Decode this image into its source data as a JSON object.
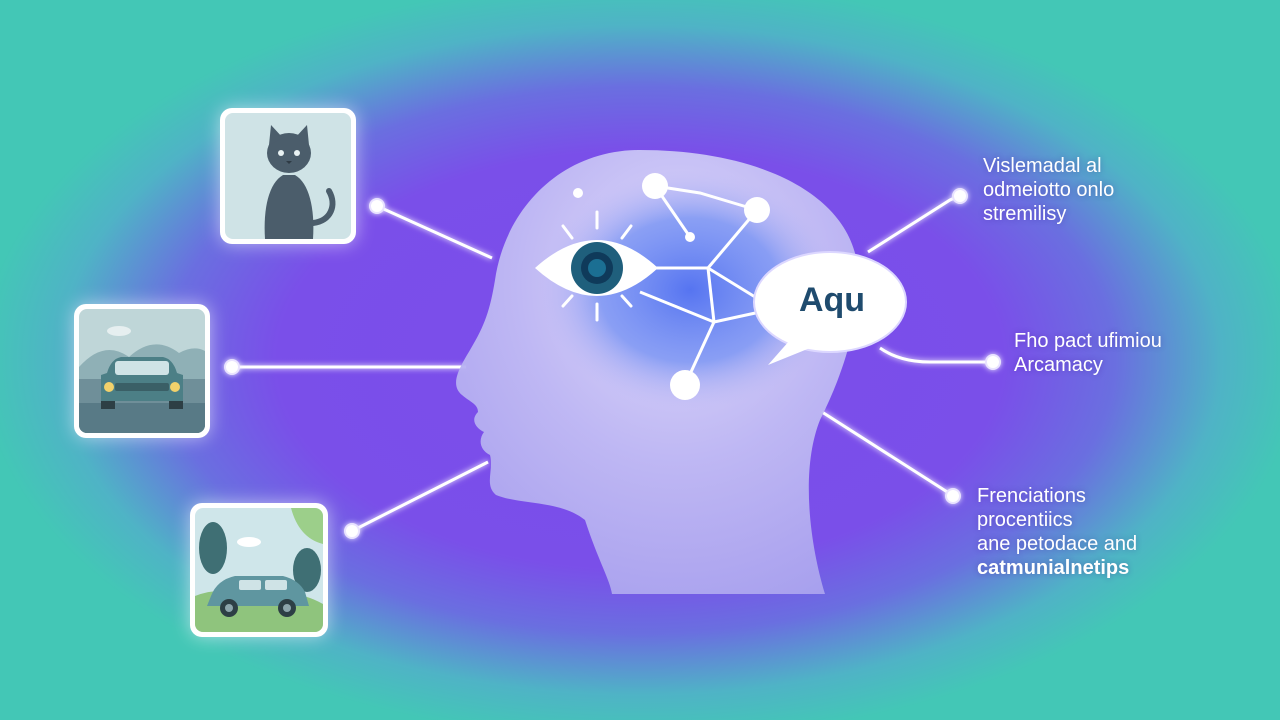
{
  "colors": {
    "background_outer": "#43c7b6",
    "background_inner": "#7c4dec",
    "head": "#b9b4f2",
    "brain_glow": "#5f7bf0",
    "eye_iris": "#1f5f7c",
    "bubble_text": "#1f4b6e",
    "connector": "#ffffff"
  },
  "icons": {
    "head": "human-head-profile-icon",
    "eye": "eye-icon",
    "network": "neural-network-icon",
    "speech_bubble": "speech-bubble-icon"
  },
  "thumbnails": [
    {
      "name": "cat-image",
      "icon": "cat-icon"
    },
    {
      "name": "car-road-image",
      "icon": "car-icon"
    },
    {
      "name": "car-landscape-image",
      "icon": "car-icon"
    }
  ],
  "speech_bubble": {
    "text": "Aqu"
  },
  "captions": {
    "top": [
      "Vislemadal al",
      "odmeiotto onlo",
      "stremilisy"
    ],
    "middle": [
      "Fho pact ufimiou",
      "Arcamacy"
    ],
    "bottom": [
      "Frenciations",
      "procentiics",
      "ane petodace and",
      "catmunialnetips"
    ]
  }
}
